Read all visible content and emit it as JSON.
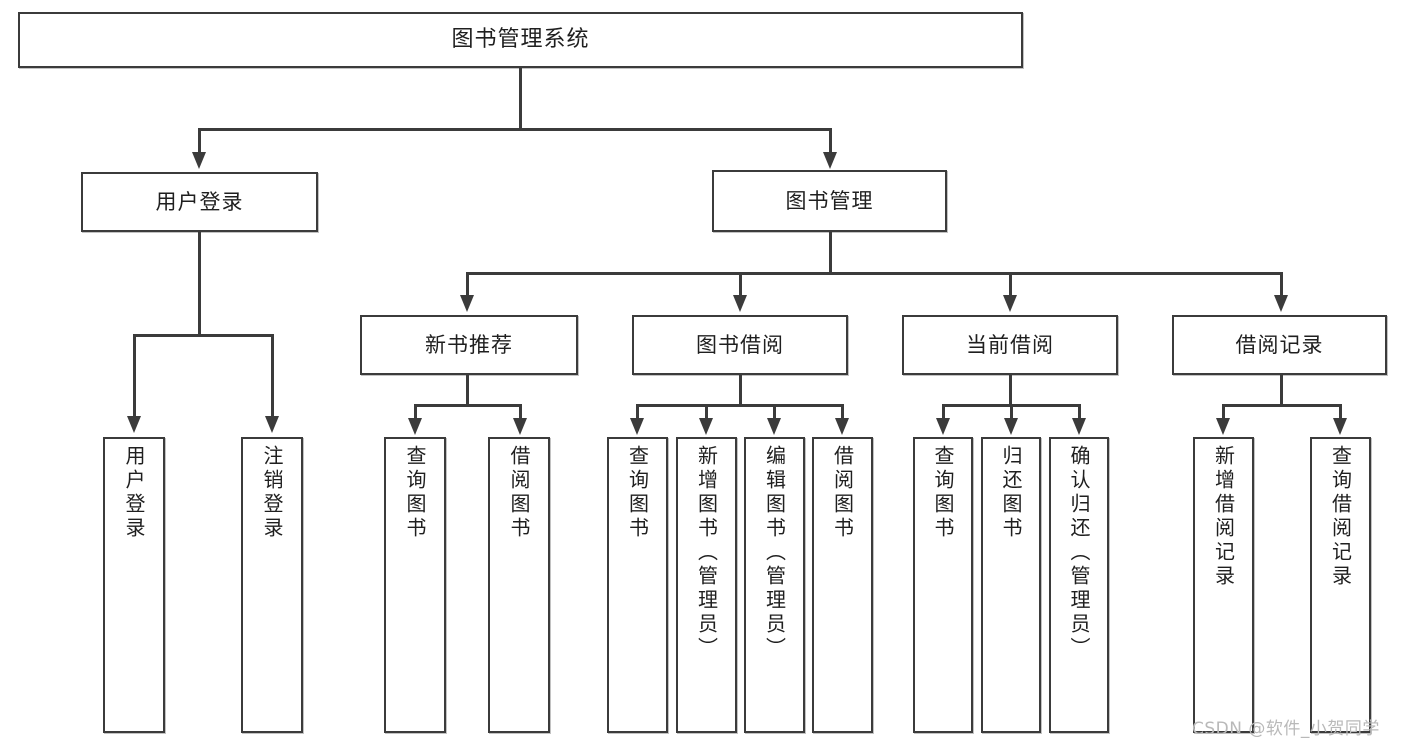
{
  "diagram": {
    "title": "图书管理系统",
    "type": "tree",
    "watermark": "CSDN @软件_小贺同学",
    "colors": {
      "box_border": "#3b3b3b",
      "box_fill": "#ffffff",
      "connector": "#3b3b3b",
      "text": "#1f1f1f",
      "watermark": "#b9b9b9"
    },
    "levels": {
      "root": "图书管理系统",
      "level2": [
        "用户登录",
        "图书管理"
      ],
      "level3": [
        "新书推荐",
        "图书借阅",
        "当前借阅",
        "借阅记录"
      ],
      "level4": [
        "用户登录",
        "注销登录",
        "查询图书",
        "借阅图书",
        "查询图书",
        "新增图书（管理员）",
        "编辑图书（管理员）",
        "借阅图书",
        "查询图书",
        "归还图书",
        "确认归还（管理员）",
        "新增借阅记录",
        "查询借阅记录"
      ]
    },
    "nodes": {
      "root": {
        "label": "图书管理系统"
      },
      "user_login": {
        "label": "用户登录"
      },
      "book_mgmt": {
        "label": "图书管理"
      },
      "new_book_rec": {
        "label": "新书推荐"
      },
      "book_borrow": {
        "label": "图书借阅"
      },
      "current_borrow": {
        "label": "当前借阅"
      },
      "borrow_record": {
        "label": "借阅记录"
      },
      "leaf_user_login": {
        "label": "用户登录"
      },
      "leaf_logout": {
        "label": "注销登录"
      },
      "leaf_query_book_a": {
        "label": "查询图书"
      },
      "leaf_borrow_book_a": {
        "label": "借阅图书"
      },
      "leaf_query_book_b": {
        "label": "查询图书"
      },
      "leaf_add_book": {
        "label": "新增图书（管理员）"
      },
      "leaf_edit_book": {
        "label": "编辑图书（管理员）"
      },
      "leaf_borrow_book_b": {
        "label": "借阅图书"
      },
      "leaf_query_book_c": {
        "label": "查询图书"
      },
      "leaf_return_book": {
        "label": "归还图书"
      },
      "leaf_confirm_return": {
        "label": "确认归还（管理员）"
      },
      "leaf_add_record": {
        "label": "新增借阅记录"
      },
      "leaf_query_record": {
        "label": "查询借阅记录"
      }
    }
  }
}
